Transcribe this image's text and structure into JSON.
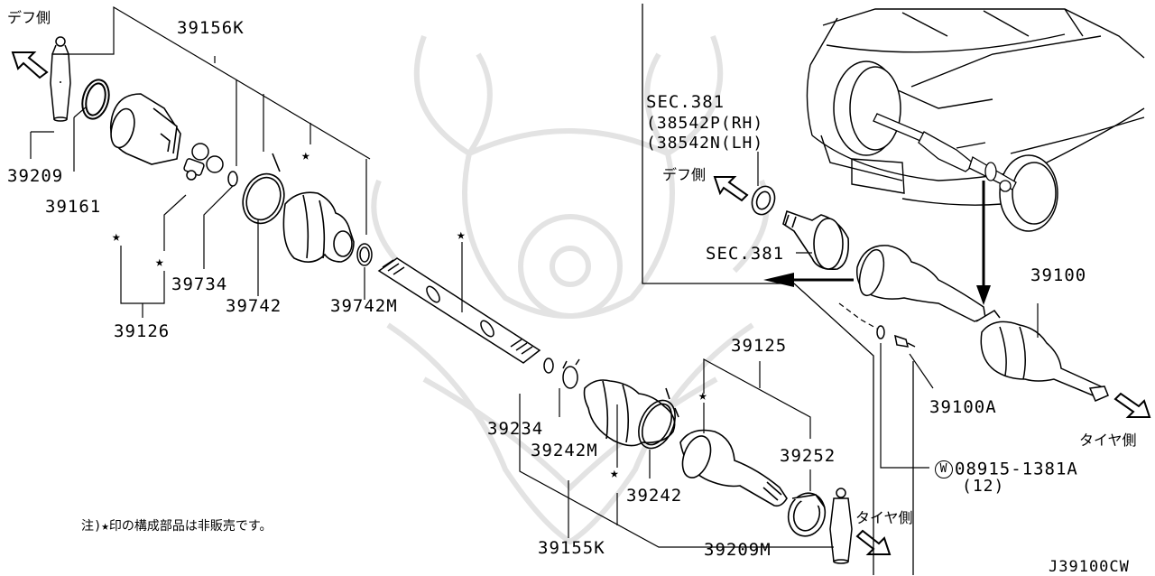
{
  "labels": {
    "diff_side_left": "デフ側",
    "p39209": "39209",
    "p39161": "39161",
    "p39156k": "39156K",
    "p39734": "39734",
    "p39742": "39742",
    "p39742m": "39742M",
    "p39126": "39126",
    "p39234": "39234",
    "p39242m": "39242M",
    "p39242": "39242",
    "p39155k": "39155K",
    "p39209m": "39209M",
    "p39125": "39125",
    "p39252": "39252",
    "tire_side_bottom": "タイヤ側",
    "sec381_top": "SEC.381",
    "p38542p": "(38542P(RH)",
    "p38542n": "(38542N(LH)",
    "diff_side_right": "デフ側",
    "sec381_mid": "SEC.381",
    "p39100": "39100",
    "p39100a": "39100A",
    "tire_side_right": "タイヤ側",
    "washer_symbol": "W",
    "p08915": "08915-1381A",
    "qty": "(12)",
    "note": "注)★印の構成部品は非販売です。",
    "code": "J39100CW"
  },
  "star_glyph": "★",
  "colors": {
    "line": "#000000",
    "watermark": "#e6e6e6"
  }
}
